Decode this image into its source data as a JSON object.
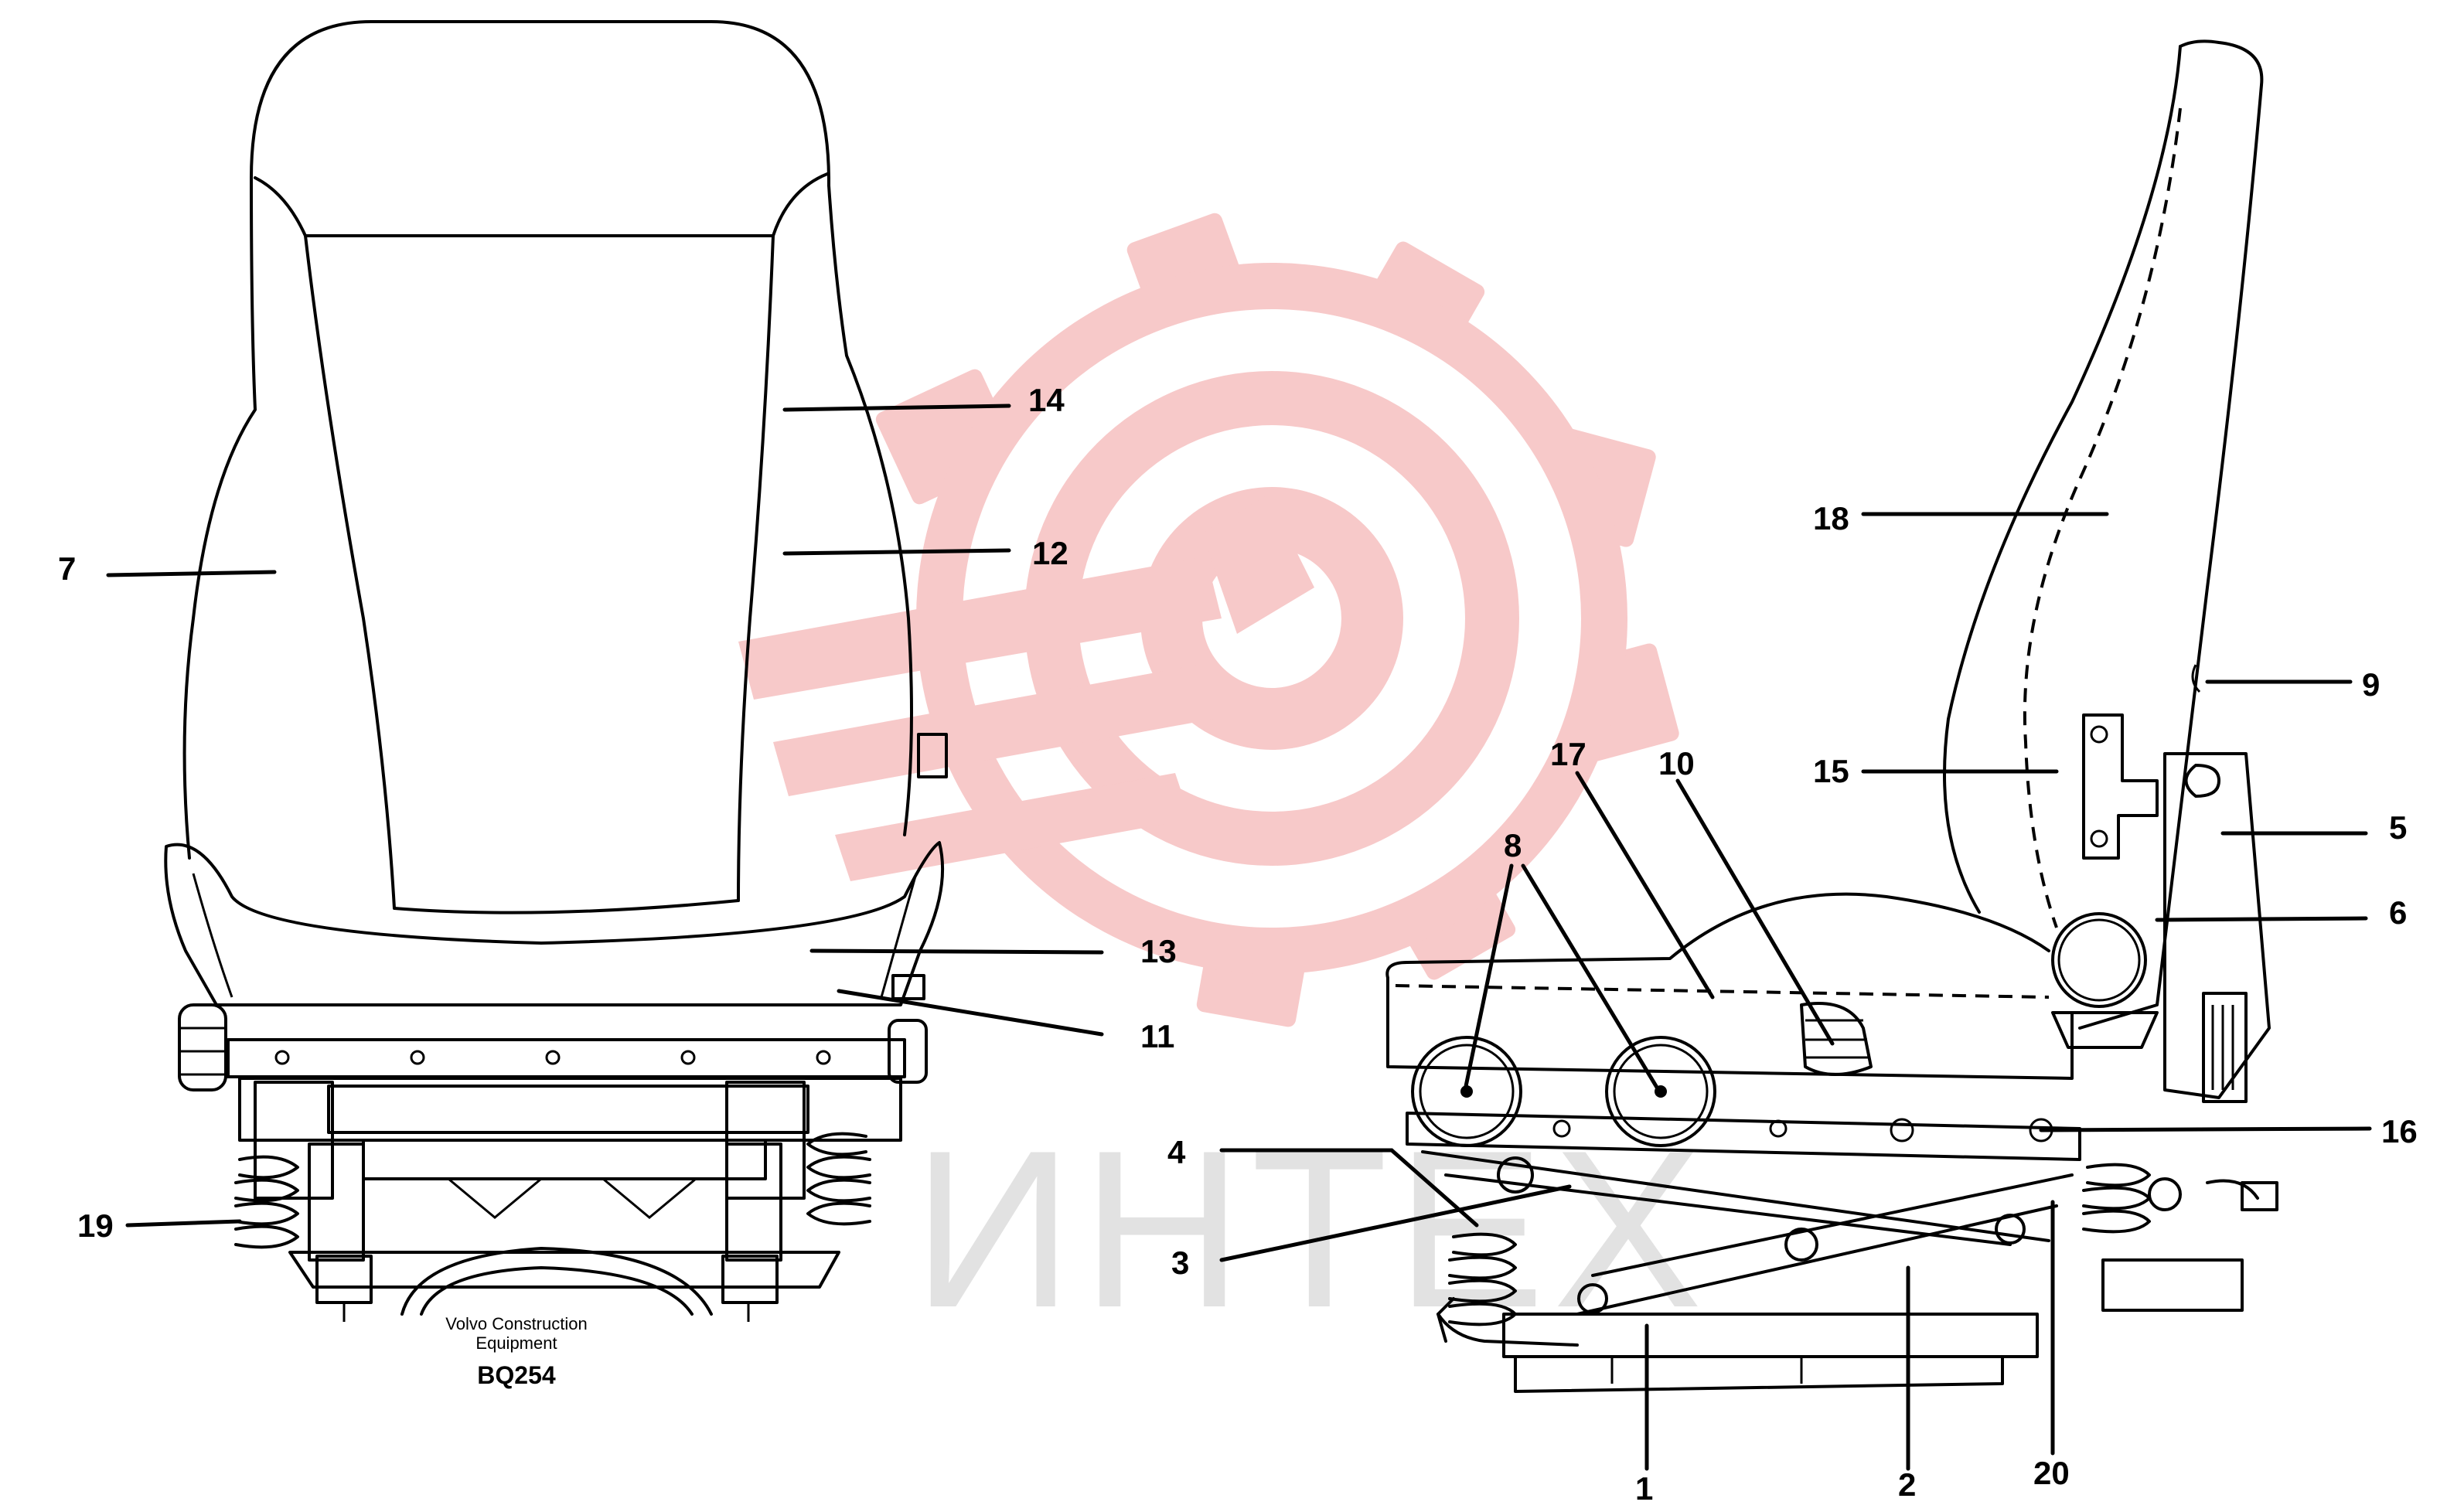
{
  "watermark": {
    "text": "ИНТЕХ",
    "gear_color": "#f7c9c9",
    "text_color": "#e2e2e2"
  },
  "caption": {
    "line1": "Volvo Construction",
    "line2": "Equipment",
    "code": "BQ254"
  },
  "callouts": [
    {
      "id": "7",
      "label": "7"
    },
    {
      "id": "14",
      "label": "14"
    },
    {
      "id": "12",
      "label": "12"
    },
    {
      "id": "13",
      "label": "13"
    },
    {
      "id": "11",
      "label": "11"
    },
    {
      "id": "19",
      "label": "19"
    },
    {
      "id": "18",
      "label": "18"
    },
    {
      "id": "9",
      "label": "9"
    },
    {
      "id": "15",
      "label": "15"
    },
    {
      "id": "5",
      "label": "5"
    },
    {
      "id": "17",
      "label": "17"
    },
    {
      "id": "10",
      "label": "10"
    },
    {
      "id": "8",
      "label": "8"
    },
    {
      "id": "6",
      "label": "6"
    },
    {
      "id": "16",
      "label": "16"
    },
    {
      "id": "4",
      "label": "4"
    },
    {
      "id": "3",
      "label": "3"
    },
    {
      "id": "1",
      "label": "1"
    },
    {
      "id": "2",
      "label": "2"
    },
    {
      "id": "20",
      "label": "20"
    }
  ]
}
